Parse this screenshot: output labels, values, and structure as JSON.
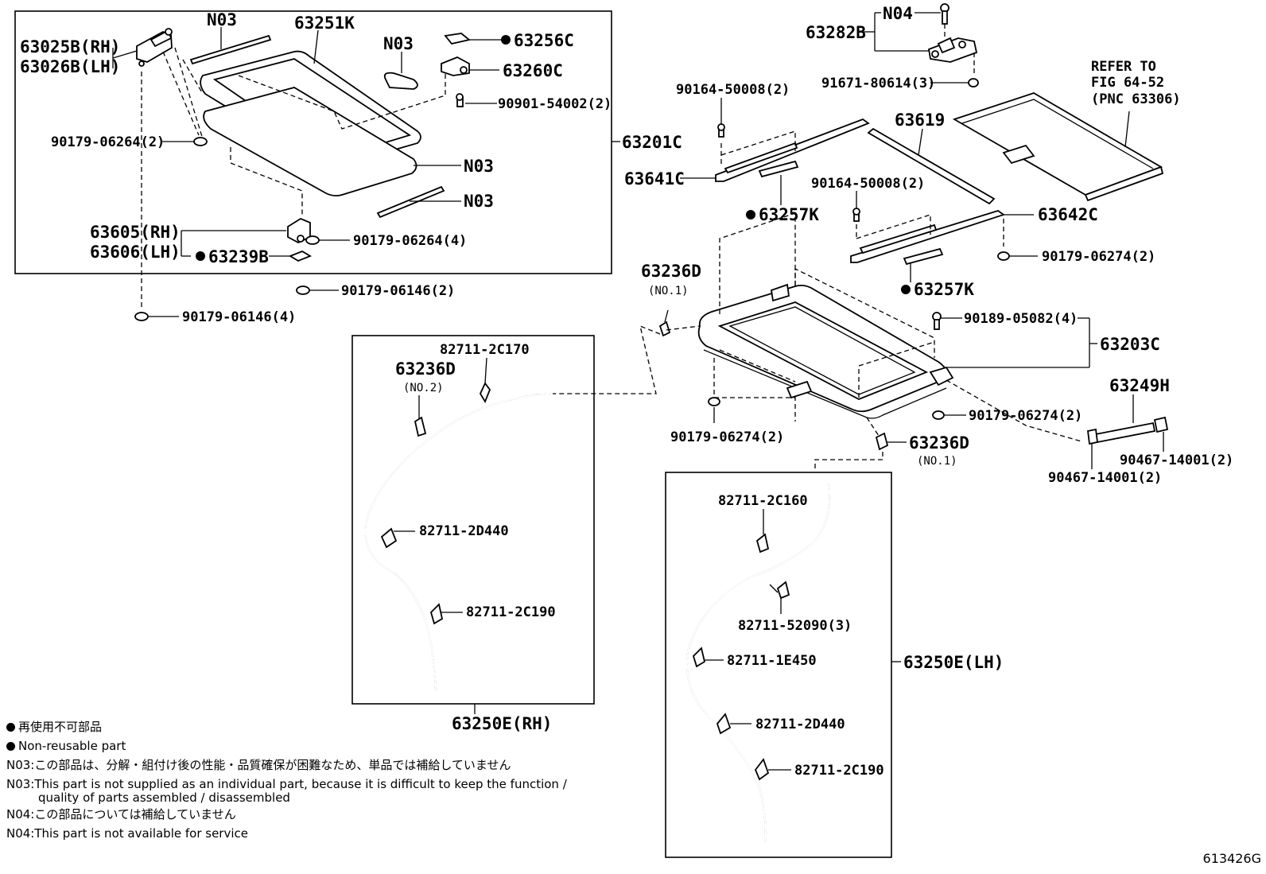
{
  "labels": {
    "l_63025b": "63025B(RH)",
    "l_63026b": "63026B(LH)",
    "l_n03_a": "N03",
    "l_63251k": "63251K",
    "l_n03_b": "N03",
    "l_63256c": "63256C",
    "l_63260c": "63260C",
    "l_90901": "90901-54002(2)",
    "l_90179_06264_2": "90179-06264(2)",
    "l_63201c": "63201C",
    "l_n03_c": "N03",
    "l_n03_d": "N03",
    "l_63605": "63605(RH)",
    "l_63606": "63606(LH)",
    "l_90179_06264_4": "90179-06264(4)",
    "l_63239b": "63239B",
    "l_90179_06146_2": "90179-06146(2)",
    "l_90179_06146_4": "90179-06146(4)",
    "l_n04": "N04",
    "l_63282b": "63282B",
    "l_91671": "91671-80614(3)",
    "l_refer1": "REFER TO",
    "l_refer2": "FIG 64-52",
    "l_refer3": "(PNC 63306)",
    "l_90164_a": "90164-50008(2)",
    "l_63619": "63619",
    "l_63641c": "63641C",
    "l_63257k_a": "63257K",
    "l_90164_b": "90164-50008(2)",
    "l_63642c": "63642C",
    "l_90179_06274_a": "90179-06274(2)",
    "l_63257k_b": "63257K",
    "l_63236d_a": "63236D",
    "l_no1_a": "(NO.1)",
    "l_90189": "90189-05082(4)",
    "l_63203c": "63203C",
    "l_63249h": "63249H",
    "l_90179_06274_b": "90179-06274(2)",
    "l_90179_06274_c": "90179-06274(2)",
    "l_63236d_b": "63236D",
    "l_no1_b": "(NO.1)",
    "l_90467_a": "90467-14001(2)",
    "l_90467_b": "90467-14001(2)",
    "l_82711_2c170": "82711-2C170",
    "l_63236d_c": "63236D",
    "l_no2": "(NO.2)",
    "l_82711_2d440_a": "82711-2D440",
    "l_82711_2c190_a": "82711-2C190",
    "l_63250e_rh": "63250E(RH)",
    "l_82711_2c160": "82711-2C160",
    "l_82711_52090": "82711-52090(3)",
    "l_82711_1e450": "82711-1E450",
    "l_82711_2d440_b": "82711-2D440",
    "l_82711_2c190_b": "82711-2C190",
    "l_63250e_lh": "63250E(LH)"
  },
  "notes": {
    "non_reusable_jp": "再使用不可部品",
    "non_reusable_en": "Non-reusable part",
    "n03_jp": "N03:この部品は、分解・組付け後の性能・品質確保が困難なため、単品では補給していません",
    "n03_en_1": "N03:This part is not supplied as an individual part, because it is difficult to keep the function /",
    "n03_en_2": "quality of parts assembled / disassembled",
    "n04_jp": "N04:この部品については補給していません",
    "n04_en": "N04:This part is not available for service"
  },
  "figure_id": "613426G"
}
